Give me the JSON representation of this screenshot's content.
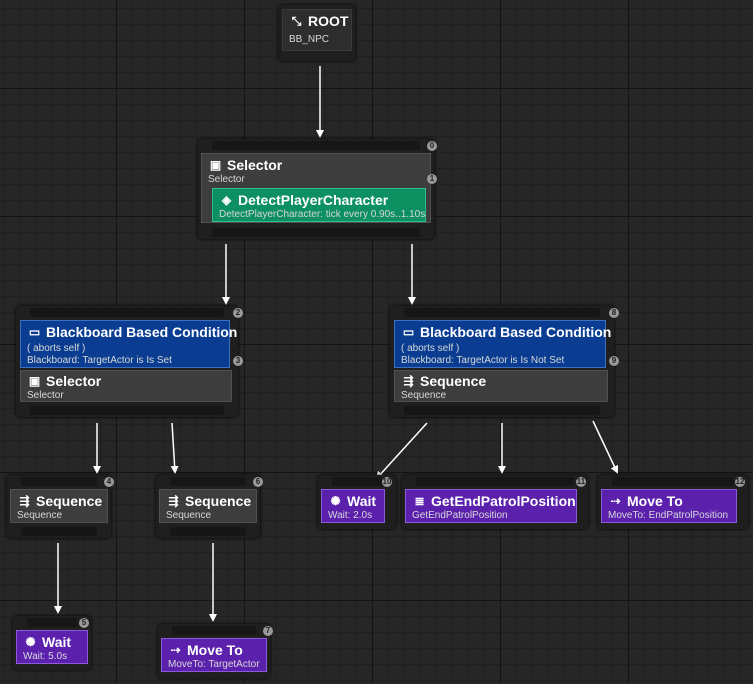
{
  "nodes": {
    "root": {
      "title": "ROOT",
      "subtitle": "BB_NPC",
      "icon": "root-icon"
    },
    "selector_top": {
      "title": "Selector",
      "subtitle": "Selector",
      "index": "0",
      "service": {
        "title": "DetectPlayerCharacter",
        "subtitle": "DetectPlayerCharacter: tick every 0.90s..1.10s",
        "index": "1"
      }
    },
    "left_branch": {
      "decorator": {
        "title": "Blackboard Based Condition",
        "aborts": "( aborts self )",
        "condition": "Blackboard: TargetActor is Is Set",
        "index": "2"
      },
      "composite": {
        "title": "Selector",
        "subtitle": "Selector",
        "index": "3"
      }
    },
    "right_branch": {
      "decorator": {
        "title": "Blackboard Based Condition",
        "aborts": "( aborts self )",
        "condition": "Blackboard: TargetActor is Is Not Set",
        "index": "8"
      },
      "composite": {
        "title": "Sequence",
        "subtitle": "Sequence",
        "index": "9"
      }
    },
    "seq_a": {
      "title": "Sequence",
      "subtitle": "Sequence",
      "index": "4"
    },
    "seq_b": {
      "title": "Sequence",
      "subtitle": "Sequence",
      "index": "6"
    },
    "wait_a": {
      "title": "Wait",
      "subtitle": "Wait: 5.0s",
      "index": "5"
    },
    "moveto_a": {
      "title": "Move To",
      "subtitle": "MoveTo: TargetActor",
      "index": "7"
    },
    "wait_b": {
      "title": "Wait",
      "subtitle": "Wait: 2.0s",
      "index": "10"
    },
    "getend": {
      "title": "GetEndPatrolPosition",
      "subtitle": "GetEndPatrolPosition",
      "index": "11"
    },
    "moveto_b": {
      "title": "Move To",
      "subtitle": "MoveTo: EndPatrolPosition",
      "index": "12"
    }
  },
  "colors": {
    "background": "#262626",
    "decorator": "#0a3d91",
    "service": "#0c8f61",
    "task": "#5b21ad",
    "composite": "#3d3d3d",
    "wire": "#ffffff"
  }
}
